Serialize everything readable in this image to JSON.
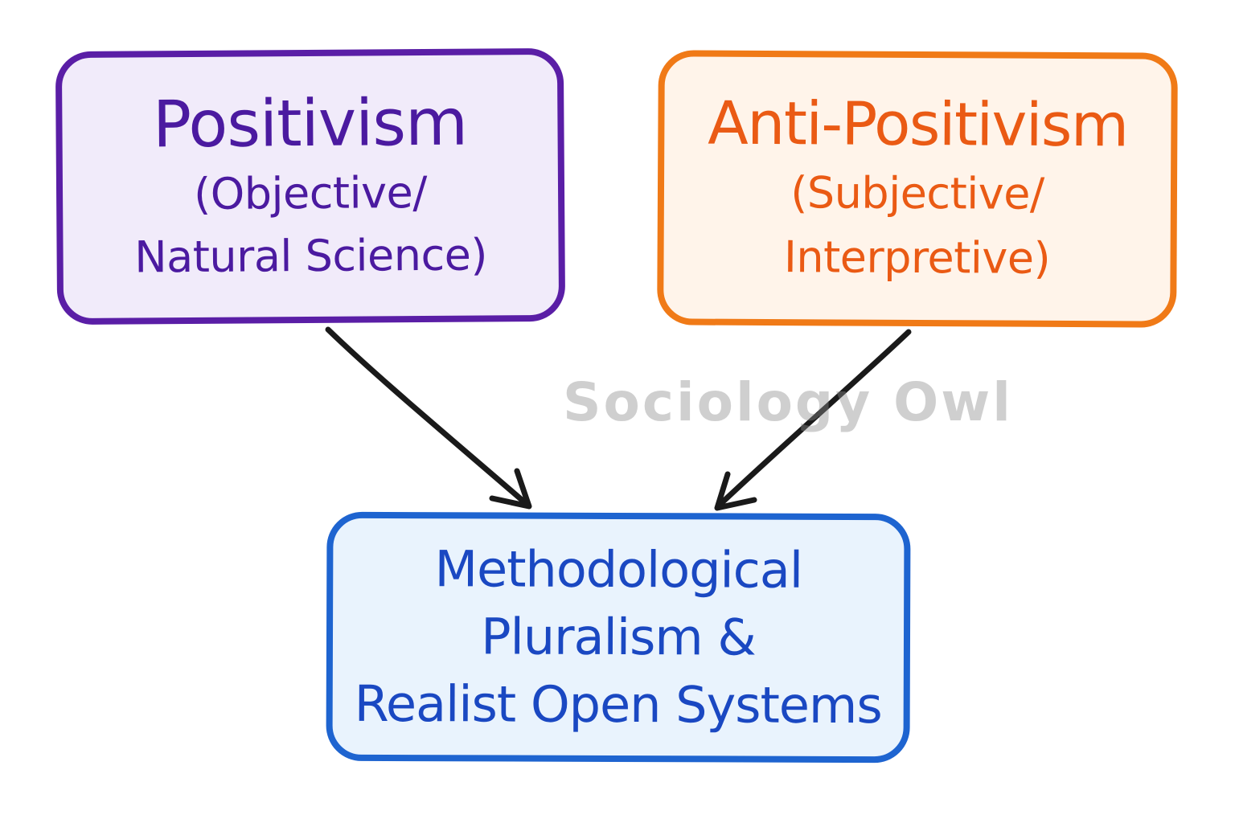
{
  "diagram": {
    "nodes": {
      "positivism": {
        "heading": "Positivism",
        "sub_line_1": "(Objective/",
        "sub_line_2": "Natural Science)"
      },
      "anti_positivism": {
        "heading": "Anti-Positivism",
        "sub_line_1": "(Subjective/",
        "sub_line_2": "Interpretive)"
      },
      "pluralism": {
        "line_1": "Methodological",
        "line_2": "Pluralism &",
        "line_3": "Realist Open Systems"
      }
    },
    "edges": [
      {
        "from": "positivism",
        "to": "pluralism"
      },
      {
        "from": "anti_positivism",
        "to": "pluralism"
      }
    ],
    "colors": {
      "positivism_border": "#5a1ea6",
      "positivism_fill": "#f1ebfa",
      "positivism_text": "#4b1aa0",
      "anti_positivism_border": "#f07a17",
      "anti_positivism_fill": "#fff4ea",
      "anti_positivism_text": "#ea5a14",
      "pluralism_border": "#1e64d0",
      "pluralism_fill": "#e9f3fd",
      "pluralism_text": "#1a48c2",
      "arrow": "#1a1a1a"
    }
  },
  "watermark": {
    "text": "Sociology Owl"
  }
}
